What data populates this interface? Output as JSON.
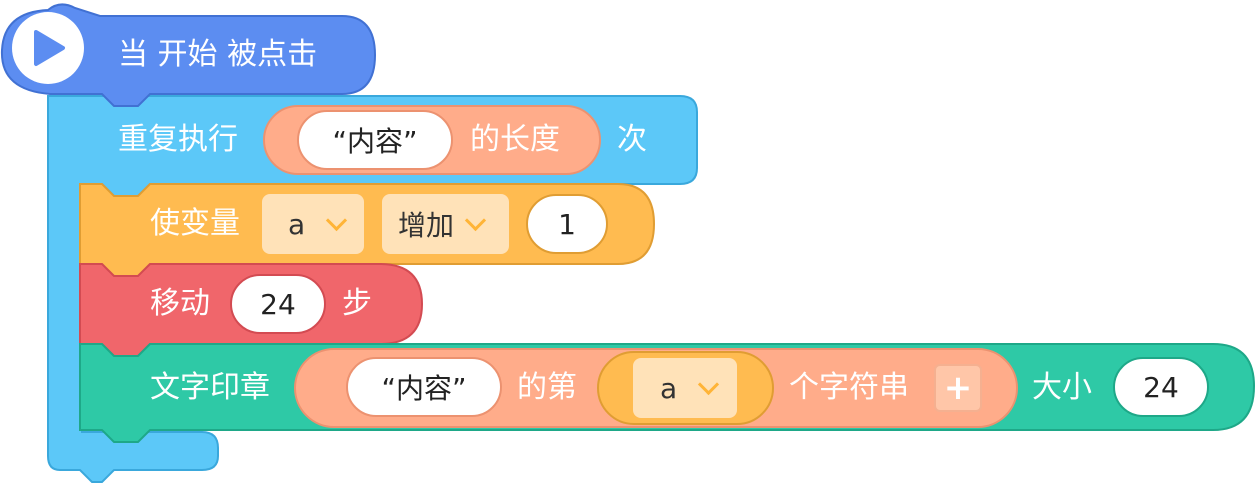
{
  "hat": {
    "label": "当 开始 被点击"
  },
  "repeat": {
    "label": "重复执行",
    "suffix": "次",
    "length_block": {
      "text": "“内容”",
      "label": "的长度"
    }
  },
  "change_var": {
    "label": "使变量",
    "variable": "a",
    "operation": "增加",
    "value": "1"
  },
  "move": {
    "label": "移动",
    "value": "24",
    "suffix": "步"
  },
  "stamp": {
    "label": "文字印章",
    "size_label": "大小",
    "size_value": "24",
    "char_block": {
      "text": "“内容”",
      "label_mid": "的第",
      "variable": "a",
      "label_end": "个字符串",
      "add_glyph": "+"
    }
  },
  "colors": {
    "hat": "#5c8df1",
    "repeat": "#5cc8f8",
    "variable": "#ffbb50",
    "motion": "#f0666b",
    "stamp": "#2ec9a6",
    "operator": "#ffac8a"
  }
}
